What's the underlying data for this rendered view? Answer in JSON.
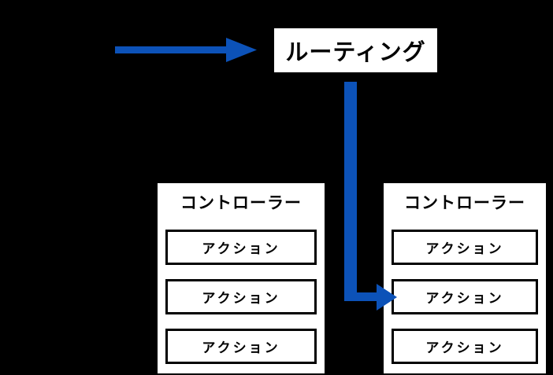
{
  "colors": {
    "background": "#000000",
    "box_background": "#ffffff",
    "box_text": "#000000",
    "accent_blue": "#0c52b8"
  },
  "diagram": {
    "routing_box": {
      "label": "ルーティング"
    },
    "controllers": [
      {
        "title": "コントローラー",
        "actions": [
          "アクション",
          "アクション",
          "アクション"
        ]
      },
      {
        "title": "コントローラー",
        "actions": [
          "アクション",
          "アクション",
          "アクション"
        ]
      }
    ],
    "arrows": [
      {
        "name": "request-arrow",
        "direction": "right-into-routing-box"
      },
      {
        "name": "routing-to-action-elbow-arrow",
        "direction": "down-then-right-into-middle-action"
      }
    ]
  }
}
